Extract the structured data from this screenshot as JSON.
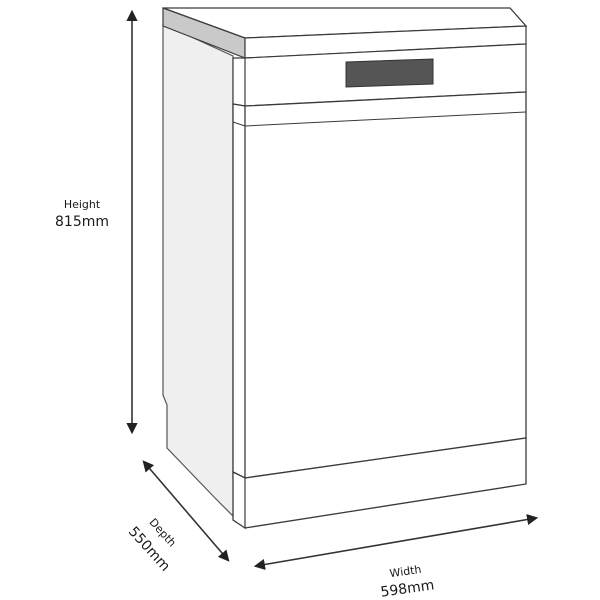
{
  "diagram": {
    "subject": "Freestanding dishwasher dimensions",
    "dimensions": {
      "height": {
        "label": "Height",
        "value": "815mm"
      },
      "depth": {
        "label": "Depth",
        "value": "550mm"
      },
      "width": {
        "label": "Width",
        "value": "598mm"
      }
    },
    "colors": {
      "outline": "#3a3a3a",
      "side_panel": "#efefef",
      "top_edge": "#c9c9c9",
      "display": "#555555",
      "handle_recess": "#d4d4d4",
      "arrow": "#333333"
    }
  }
}
